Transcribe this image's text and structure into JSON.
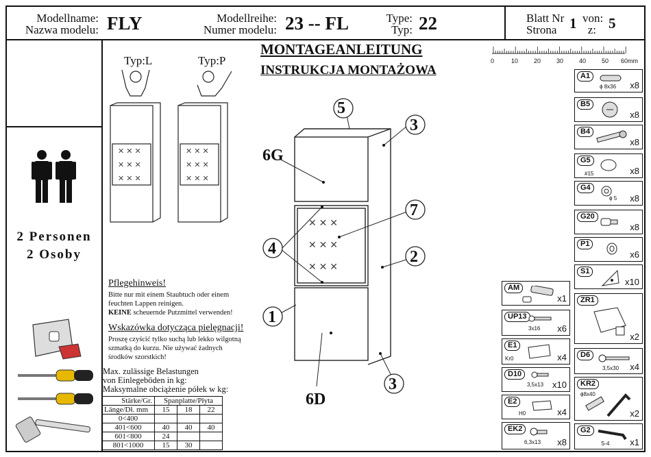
{
  "header": {
    "model_name_label_de": "Modellname:",
    "model_name_label_pl": "Nazwa modelu:",
    "model_name": "FLY",
    "series_label_de": "Modellreihe:",
    "series_label_pl": "Numer modelu:",
    "series": "23 -- FL",
    "type_label_de": "Type:",
    "type_label_pl": "Typ:",
    "type": "22",
    "sheet_label_de": "Blatt Nr",
    "sheet_label_pl": "Strona",
    "sheet_no": "1",
    "of_label_de": "von:",
    "of_label_pl": "z:",
    "sheet_total": "5"
  },
  "title": {
    "de": "MONTAGEANLEITUNG",
    "pl": "INSTRUKCJA MONTAŻOWA"
  },
  "persons": {
    "de": "2 Personen",
    "pl": "2 Osoby"
  },
  "variants": {
    "left": "Typ:L",
    "right": "Typ:P"
  },
  "care": {
    "heading_de": "Pflegehinweis!",
    "text_de_1": "Bitte nur mit einem Staubtuch oder einem",
    "text_de_2": "feuchten Lappen reinigen.",
    "text_de_3_bold": "KEINE",
    "text_de_3": " scheuernde Putzmittel verwenden!",
    "heading_pl": "Wskazówka dotycząca pielęgnacji!",
    "text_pl_1": "Proszę czyścić tylko suchą lub lekko wilgotną",
    "text_pl_2": "szmatką do kurzu. Nie używać żadnych",
    "text_pl_3": "środków szorstkich!"
  },
  "loads": {
    "line1": "Max. zulässige Belastungen",
    "line2": "von Einlegeböden in kg:",
    "line3": "Maksymalne obciążenie półek w kg:",
    "col_head_1": "Stärke/Gr.",
    "col_head_2": "Spanplatte/Płyta",
    "row_head": "Länge/Dł.",
    "unit": "mm",
    "thicknesses": [
      "15",
      "18",
      "22"
    ],
    "rows": [
      {
        "len": "0<400",
        "v": [
          "",
          "",
          ""
        ]
      },
      {
        "len": "401<600",
        "v": [
          "40",
          "40",
          "40"
        ]
      },
      {
        "len": "601<800",
        "v": [
          "24",
          "",
          ""
        ]
      },
      {
        "len": "801<1000",
        "v": [
          "15",
          "30",
          ""
        ]
      }
    ]
  },
  "ruler": {
    "ticks": [
      "0",
      "10",
      "20",
      "30",
      "40",
      "50",
      "60mm"
    ]
  },
  "callouts": [
    "5",
    "3",
    "6G",
    "7",
    "4",
    "2",
    "1",
    "3",
    "6D"
  ],
  "parts_right": [
    {
      "id": "A1",
      "qty": "x8",
      "note": "ϕ 8x36"
    },
    {
      "id": "B5",
      "qty": "x8",
      "note": ""
    },
    {
      "id": "B4",
      "qty": "x8",
      "note": ""
    },
    {
      "id": "G5",
      "qty": "x8",
      "note": "#15"
    },
    {
      "id": "G4",
      "qty": "x8",
      "note": "ϕ 5"
    },
    {
      "id": "G20",
      "qty": "x8",
      "note": ""
    },
    {
      "id": "P1",
      "qty": "x6",
      "note": ""
    },
    {
      "id": "S1",
      "qty": "x10",
      "note": ""
    },
    {
      "id": "ZR1",
      "qty": "x2",
      "note": ""
    },
    {
      "id": "D6",
      "qty": "x4",
      "note": "3,5x30"
    },
    {
      "id": "KR2",
      "qty": "x2",
      "note": "ϕ8x40"
    },
    {
      "id": "G2",
      "qty": "x1",
      "note": "S-4"
    }
  ],
  "parts_left": [
    {
      "id": "AM",
      "qty": "x1",
      "note": ""
    },
    {
      "id": "UP13",
      "qty": "x6",
      "note": "3x16"
    },
    {
      "id": "E1",
      "qty": "x4",
      "note": "Kr0"
    },
    {
      "id": "D10",
      "qty": "x10",
      "note": "3,5x13"
    },
    {
      "id": "E2",
      "qty": "x4",
      "note": "H0"
    },
    {
      "id": "EK2",
      "qty": "x8",
      "note": "6,3x13"
    }
  ]
}
